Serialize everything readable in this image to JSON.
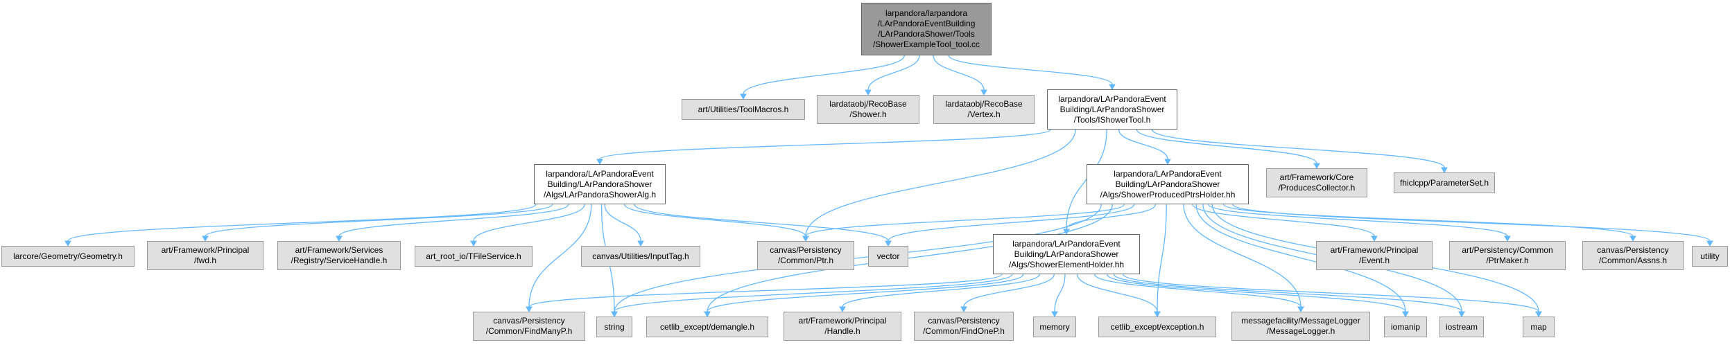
{
  "nodes": [
    {
      "id": "root",
      "kind": "root",
      "lines": [
        "larpandora/larpandora",
        "/LArPandoraEventBuilding",
        "/LArPandoraShower/Tools",
        "/ShowerExampleTool_tool.cc"
      ]
    },
    {
      "id": "toolmacros",
      "kind": "ext",
      "lines": [
        "art/Utilities/ToolMacros.h"
      ]
    },
    {
      "id": "shower",
      "kind": "ext",
      "lines": [
        "lardataobj/RecoBase",
        "/Shower.h"
      ]
    },
    {
      "id": "vertex",
      "kind": "ext",
      "lines": [
        "lardataobj/RecoBase",
        "/Vertex.h"
      ]
    },
    {
      "id": "ishowertool",
      "kind": "local",
      "lines": [
        "larpandora/LArPandoraEvent",
        "Building/LArPandoraShower",
        "/Tools/IShowerTool.h"
      ]
    },
    {
      "id": "showeralg",
      "kind": "local",
      "lines": [
        "larpandora/LArPandoraEvent",
        "Building/LArPandoraShower",
        "/Algs/LArPandoraShowerAlg.h"
      ]
    },
    {
      "id": "producedptrs",
      "kind": "local",
      "lines": [
        "larpandora/LArPandoraEvent",
        "Building/LArPandoraShower",
        "/Algs/ShowerProducedPtrsHolder.hh"
      ]
    },
    {
      "id": "producescollector",
      "kind": "ext",
      "lines": [
        "art/Framework/Core",
        "/ProducesCollector.h"
      ]
    },
    {
      "id": "parameterset",
      "kind": "ext",
      "lines": [
        "fhiclcpp/ParameterSet.h"
      ]
    },
    {
      "id": "elementholder",
      "kind": "local",
      "lines": [
        "larpandora/LArPandoraEvent",
        "Building/LArPandoraShower",
        "/Algs/ShowerElementHolder.hh"
      ]
    },
    {
      "id": "geometry",
      "kind": "ext",
      "lines": [
        "larcore/Geometry/Geometry.h"
      ]
    },
    {
      "id": "fwd",
      "kind": "ext",
      "lines": [
        "art/Framework/Principal",
        "/fwd.h"
      ]
    },
    {
      "id": "servicehandle",
      "kind": "ext",
      "lines": [
        "art/Framework/Services",
        "/Registry/ServiceHandle.h"
      ]
    },
    {
      "id": "tfileservice",
      "kind": "ext",
      "lines": [
        "art_root_io/TFileService.h"
      ]
    },
    {
      "id": "inputtag",
      "kind": "ext",
      "lines": [
        "canvas/Utilities/InputTag.h"
      ]
    },
    {
      "id": "ptr",
      "kind": "ext",
      "lines": [
        "canvas/Persistency",
        "/Common/Ptr.h"
      ]
    },
    {
      "id": "vector",
      "kind": "ext",
      "lines": [
        "vector"
      ]
    },
    {
      "id": "event",
      "kind": "ext",
      "lines": [
        "art/Framework/Principal",
        "/Event.h"
      ]
    },
    {
      "id": "ptrmaker",
      "kind": "ext",
      "lines": [
        "art/Persistency/Common",
        "/PtrMaker.h"
      ]
    },
    {
      "id": "assns",
      "kind": "ext",
      "lines": [
        "canvas/Persistency",
        "/Common/Assns.h"
      ]
    },
    {
      "id": "utility",
      "kind": "ext",
      "lines": [
        "utility"
      ]
    },
    {
      "id": "findmanyp",
      "kind": "ext",
      "lines": [
        "canvas/Persistency",
        "/Common/FindManyP.h"
      ]
    },
    {
      "id": "string",
      "kind": "ext",
      "lines": [
        "string"
      ]
    },
    {
      "id": "demangle",
      "kind": "ext",
      "lines": [
        "cetlib_except/demangle.h"
      ]
    },
    {
      "id": "handle",
      "kind": "ext",
      "lines": [
        "art/Framework/Principal",
        "/Handle.h"
      ]
    },
    {
      "id": "findonep",
      "kind": "ext",
      "lines": [
        "canvas/Persistency",
        "/Common/FindOneP.h"
      ]
    },
    {
      "id": "memory",
      "kind": "ext",
      "lines": [
        "memory"
      ]
    },
    {
      "id": "exception",
      "kind": "ext",
      "lines": [
        "cetlib_except/exception.h"
      ]
    },
    {
      "id": "messagelogger",
      "kind": "ext",
      "lines": [
        "messagefacility/MessageLogger",
        "/MessageLogger.h"
      ]
    },
    {
      "id": "iomanip",
      "kind": "ext",
      "lines": [
        "iomanip"
      ]
    },
    {
      "id": "iostream",
      "kind": "ext",
      "lines": [
        "iostream"
      ]
    },
    {
      "id": "map",
      "kind": "ext",
      "lines": [
        "map"
      ]
    }
  ],
  "edges": [
    [
      "root",
      "toolmacros"
    ],
    [
      "root",
      "shower"
    ],
    [
      "root",
      "vertex"
    ],
    [
      "root",
      "ishowertool"
    ],
    [
      "ishowertool",
      "showeralg"
    ],
    [
      "ishowertool",
      "ptr"
    ],
    [
      "ishowertool",
      "elementholder"
    ],
    [
      "ishowertool",
      "producedptrs"
    ],
    [
      "ishowertool",
      "producescollector"
    ],
    [
      "ishowertool",
      "parameterset"
    ],
    [
      "showeralg",
      "geometry"
    ],
    [
      "showeralg",
      "fwd"
    ],
    [
      "showeralg",
      "servicehandle"
    ],
    [
      "showeralg",
      "tfileservice"
    ],
    [
      "showeralg",
      "inputtag"
    ],
    [
      "showeralg",
      "ptr"
    ],
    [
      "showeralg",
      "vector"
    ],
    [
      "showeralg",
      "findmanyp"
    ],
    [
      "showeralg",
      "string"
    ],
    [
      "producedptrs",
      "ptr"
    ],
    [
      "producedptrs",
      "vector"
    ],
    [
      "producedptrs",
      "string"
    ],
    [
      "producedptrs",
      "demangle"
    ],
    [
      "producedptrs",
      "elementholder"
    ],
    [
      "producedptrs",
      "event"
    ],
    [
      "producedptrs",
      "ptrmaker"
    ],
    [
      "producedptrs",
      "assns"
    ],
    [
      "producedptrs",
      "utility"
    ],
    [
      "producedptrs",
      "exception"
    ],
    [
      "producedptrs",
      "messagelogger"
    ],
    [
      "producedptrs",
      "iomanip"
    ],
    [
      "producedptrs",
      "iostream"
    ],
    [
      "producedptrs",
      "map"
    ],
    [
      "elementholder",
      "findmanyp"
    ],
    [
      "elementholder",
      "string"
    ],
    [
      "elementholder",
      "demangle"
    ],
    [
      "elementholder",
      "handle"
    ],
    [
      "elementholder",
      "findonep"
    ],
    [
      "elementholder",
      "memory"
    ],
    [
      "elementholder",
      "exception"
    ],
    [
      "elementholder",
      "messagelogger"
    ],
    [
      "elementholder",
      "iomanip"
    ],
    [
      "elementholder",
      "iostream"
    ],
    [
      "elementholder",
      "map"
    ]
  ]
}
